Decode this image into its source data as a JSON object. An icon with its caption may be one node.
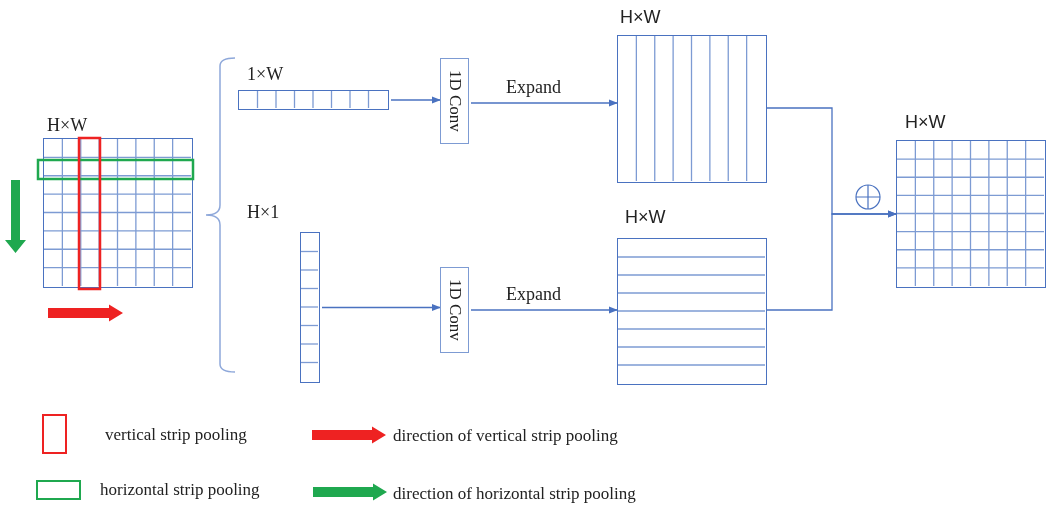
{
  "diagram": {
    "nodes": [
      {
        "text": [
          "H×W"
        ]
      },
      {
        "text": [
          "1×W"
        ]
      },
      {
        "text": [
          "H×1"
        ]
      },
      {
        "text": [
          "1D Conv"
        ]
      },
      {
        "text": [
          "1D Conv"
        ]
      },
      {
        "text": [
          "H×W"
        ]
      },
      {
        "text": [
          "H×W"
        ]
      },
      {
        "text": [
          "H×W"
        ]
      }
    ],
    "edges": [
      {
        "from": 1,
        "to": 3,
        "arrow": "to"
      },
      {
        "from": 2,
        "to": 4,
        "arrow": "to"
      },
      {
        "from": 3,
        "to": 5,
        "arrow": "to",
        "label": "Expand"
      },
      {
        "from": 4,
        "to": 6,
        "arrow": "to",
        "label": "Expand"
      },
      {
        "from": 5,
        "to": 7,
        "arrow": "to"
      },
      {
        "from": 6,
        "to": 7,
        "arrow": "to"
      }
    ],
    "legend": [
      {
        "text": "vertical strip pooling"
      },
      {
        "text": "direction of vertical strip pooling"
      },
      {
        "text": "horizontal strip pooling"
      },
      {
        "text": "direction of horizontal strip pooling"
      }
    ]
  }
}
